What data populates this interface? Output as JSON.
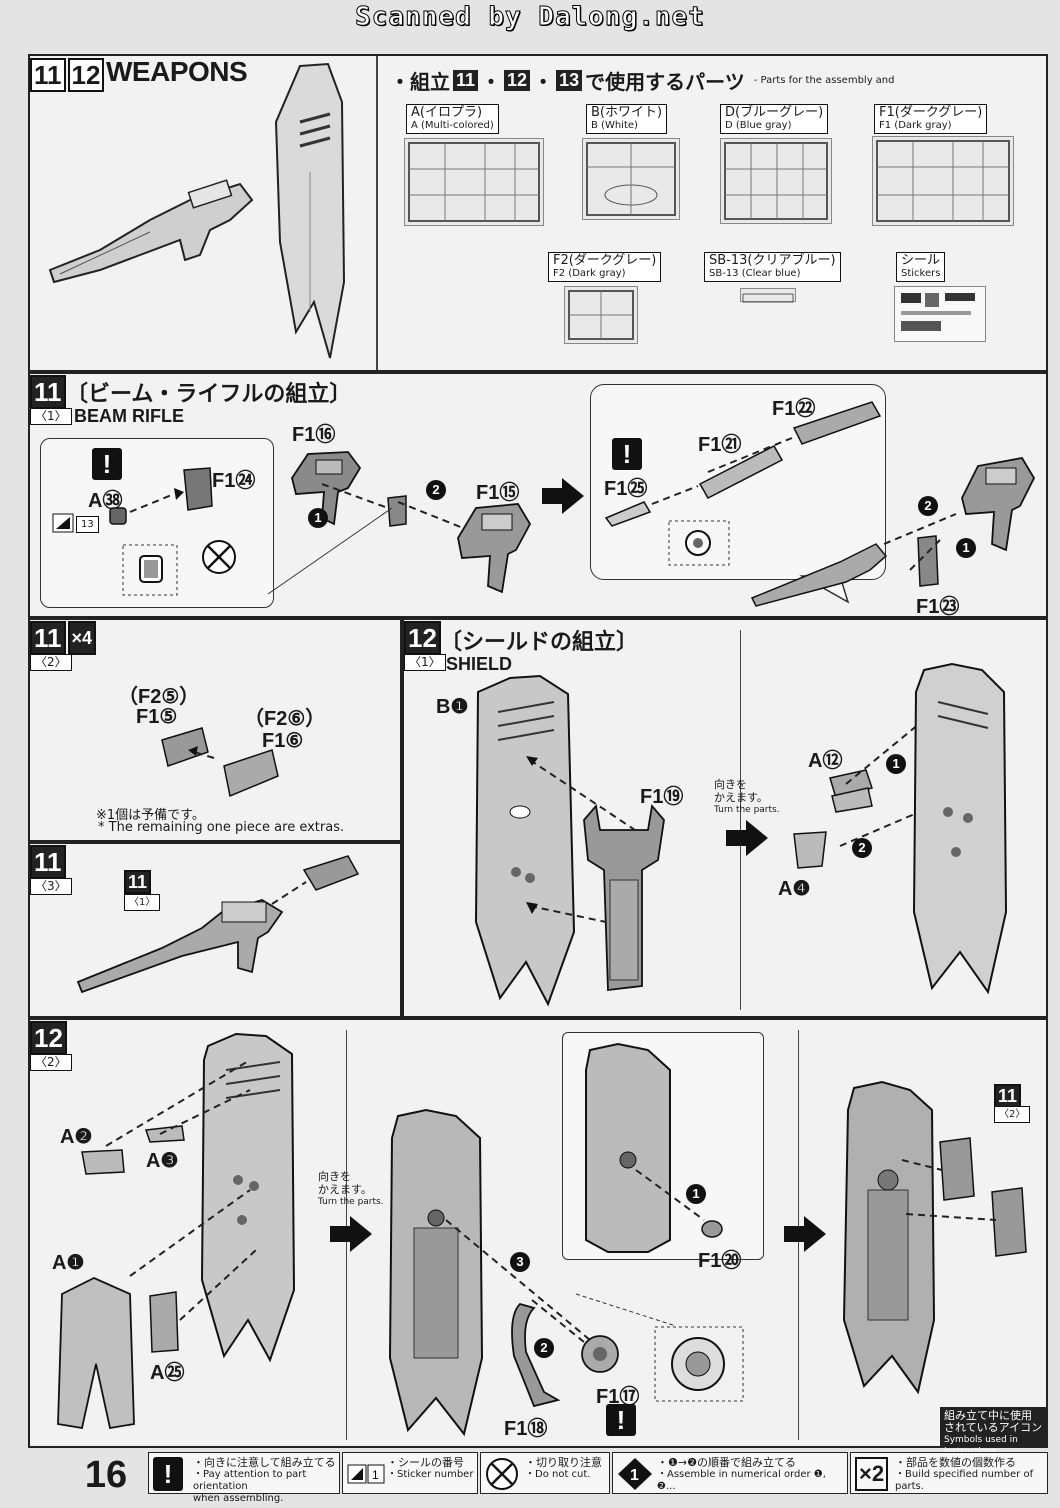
{
  "scanner": "Scanned by Dalong.net",
  "page_number": "16",
  "header": {
    "steps": [
      "11",
      "12"
    ],
    "title": "WEAPONS",
    "parts_title_prefix": "・組立",
    "parts_steps": [
      "11",
      "12",
      "13"
    ],
    "parts_title_suffix": "で使用するパーツ",
    "parts_title_en": "- Parts for the assembly",
    "parts_title_en_and": "and"
  },
  "runners": [
    {
      "jp": "A(イロプラ)",
      "en": "A (Multi-colored)"
    },
    {
      "jp": "B(ホワイト)",
      "en": "B (White)"
    },
    {
      "jp": "D(ブルーグレー)",
      "en": "D (Blue gray)"
    },
    {
      "jp": "F1(ダークグレー)",
      "en": "F1 (Dark gray)"
    },
    {
      "jp": "F2(ダークグレー)",
      "en": "F2 (Dark gray)"
    },
    {
      "jp": "SB-13(クリアブルー)",
      "en": "SB-13 (Clear blue)"
    },
    {
      "jp": "シール",
      "en": "Stickers"
    }
  ],
  "step11_1": {
    "step": "11",
    "sub": "〈1〉",
    "title_jp": "〔ビーム・ライフルの組立〕",
    "title_en": "BEAM RIFLE",
    "labels": {
      "a38": "A㊳",
      "f1_24": "F1㉔",
      "f1_16": "F1⑯",
      "f1_15": "F1⑮",
      "f1_22": "F1㉒",
      "f1_21": "F1㉑",
      "f1_25": "F1㉕",
      "f1_23": "F1㉓",
      "sticker_no": "13"
    },
    "nums": [
      "1",
      "2"
    ]
  },
  "step11_2": {
    "step": "11",
    "sub": "〈2〉",
    "multiplier": "×4",
    "labels": {
      "f2_5": "（F2⑤）",
      "f1_5": "F1⑤",
      "f2_6": "（F2⑥）",
      "f1_6": "F1⑥"
    },
    "note_jp": "※1個は予備です。",
    "note_en": "* The remaining one piece are extras."
  },
  "step11_3": {
    "step": "11",
    "sub": "〈3〉",
    "ref_step": "11",
    "ref_sub": "〈1〉"
  },
  "step12_1": {
    "step": "12",
    "sub": "〈1〉",
    "title_jp": "〔シールドの組立〕",
    "title_en": "SHIELD",
    "labels": {
      "b1": "B❶",
      "f1_19": "F1⑲",
      "a12": "A⑫",
      "a4": "A❹"
    },
    "turn_jp": "向きを\nかえます。",
    "turn_en": "Turn the parts."
  },
  "step12_2": {
    "step": "12",
    "sub": "〈2〉",
    "labels": {
      "a2": "A❷",
      "a3": "A❸",
      "a1": "A❶",
      "a25": "A㉕",
      "f1_20": "F1⑳",
      "f1_17": "F1⑰",
      "f1_18": "F1⑱",
      "ref_step": "11",
      "ref_sub": "〈2〉"
    },
    "turn_jp": "向きを\nかえます。",
    "turn_en": "Turn the parts.",
    "nums": [
      "1",
      "2",
      "3"
    ]
  },
  "symbols_box": {
    "jp": "組み立て中に使用\nされているアイコン",
    "en": "Symbols used in instructions"
  },
  "legend": [
    {
      "icon": "!",
      "jp": "・向きに注意して組み立てる",
      "en": "・Pay attention to part orientation\n when assembling."
    },
    {
      "icon": "1",
      "jp": "・シールの番号",
      "en": "・Sticker number"
    },
    {
      "icon": "cut",
      "jp": "・切り取り注意",
      "en": "・Do not cut."
    },
    {
      "icon": "order",
      "jp": "・❶→❷の順番で組み立てる",
      "en": "・Assemble in numerical order ❶, ❷..."
    },
    {
      "icon": "×2",
      "jp": "・部品を数値の個数作る",
      "en": "・Build specified number of parts."
    }
  ]
}
